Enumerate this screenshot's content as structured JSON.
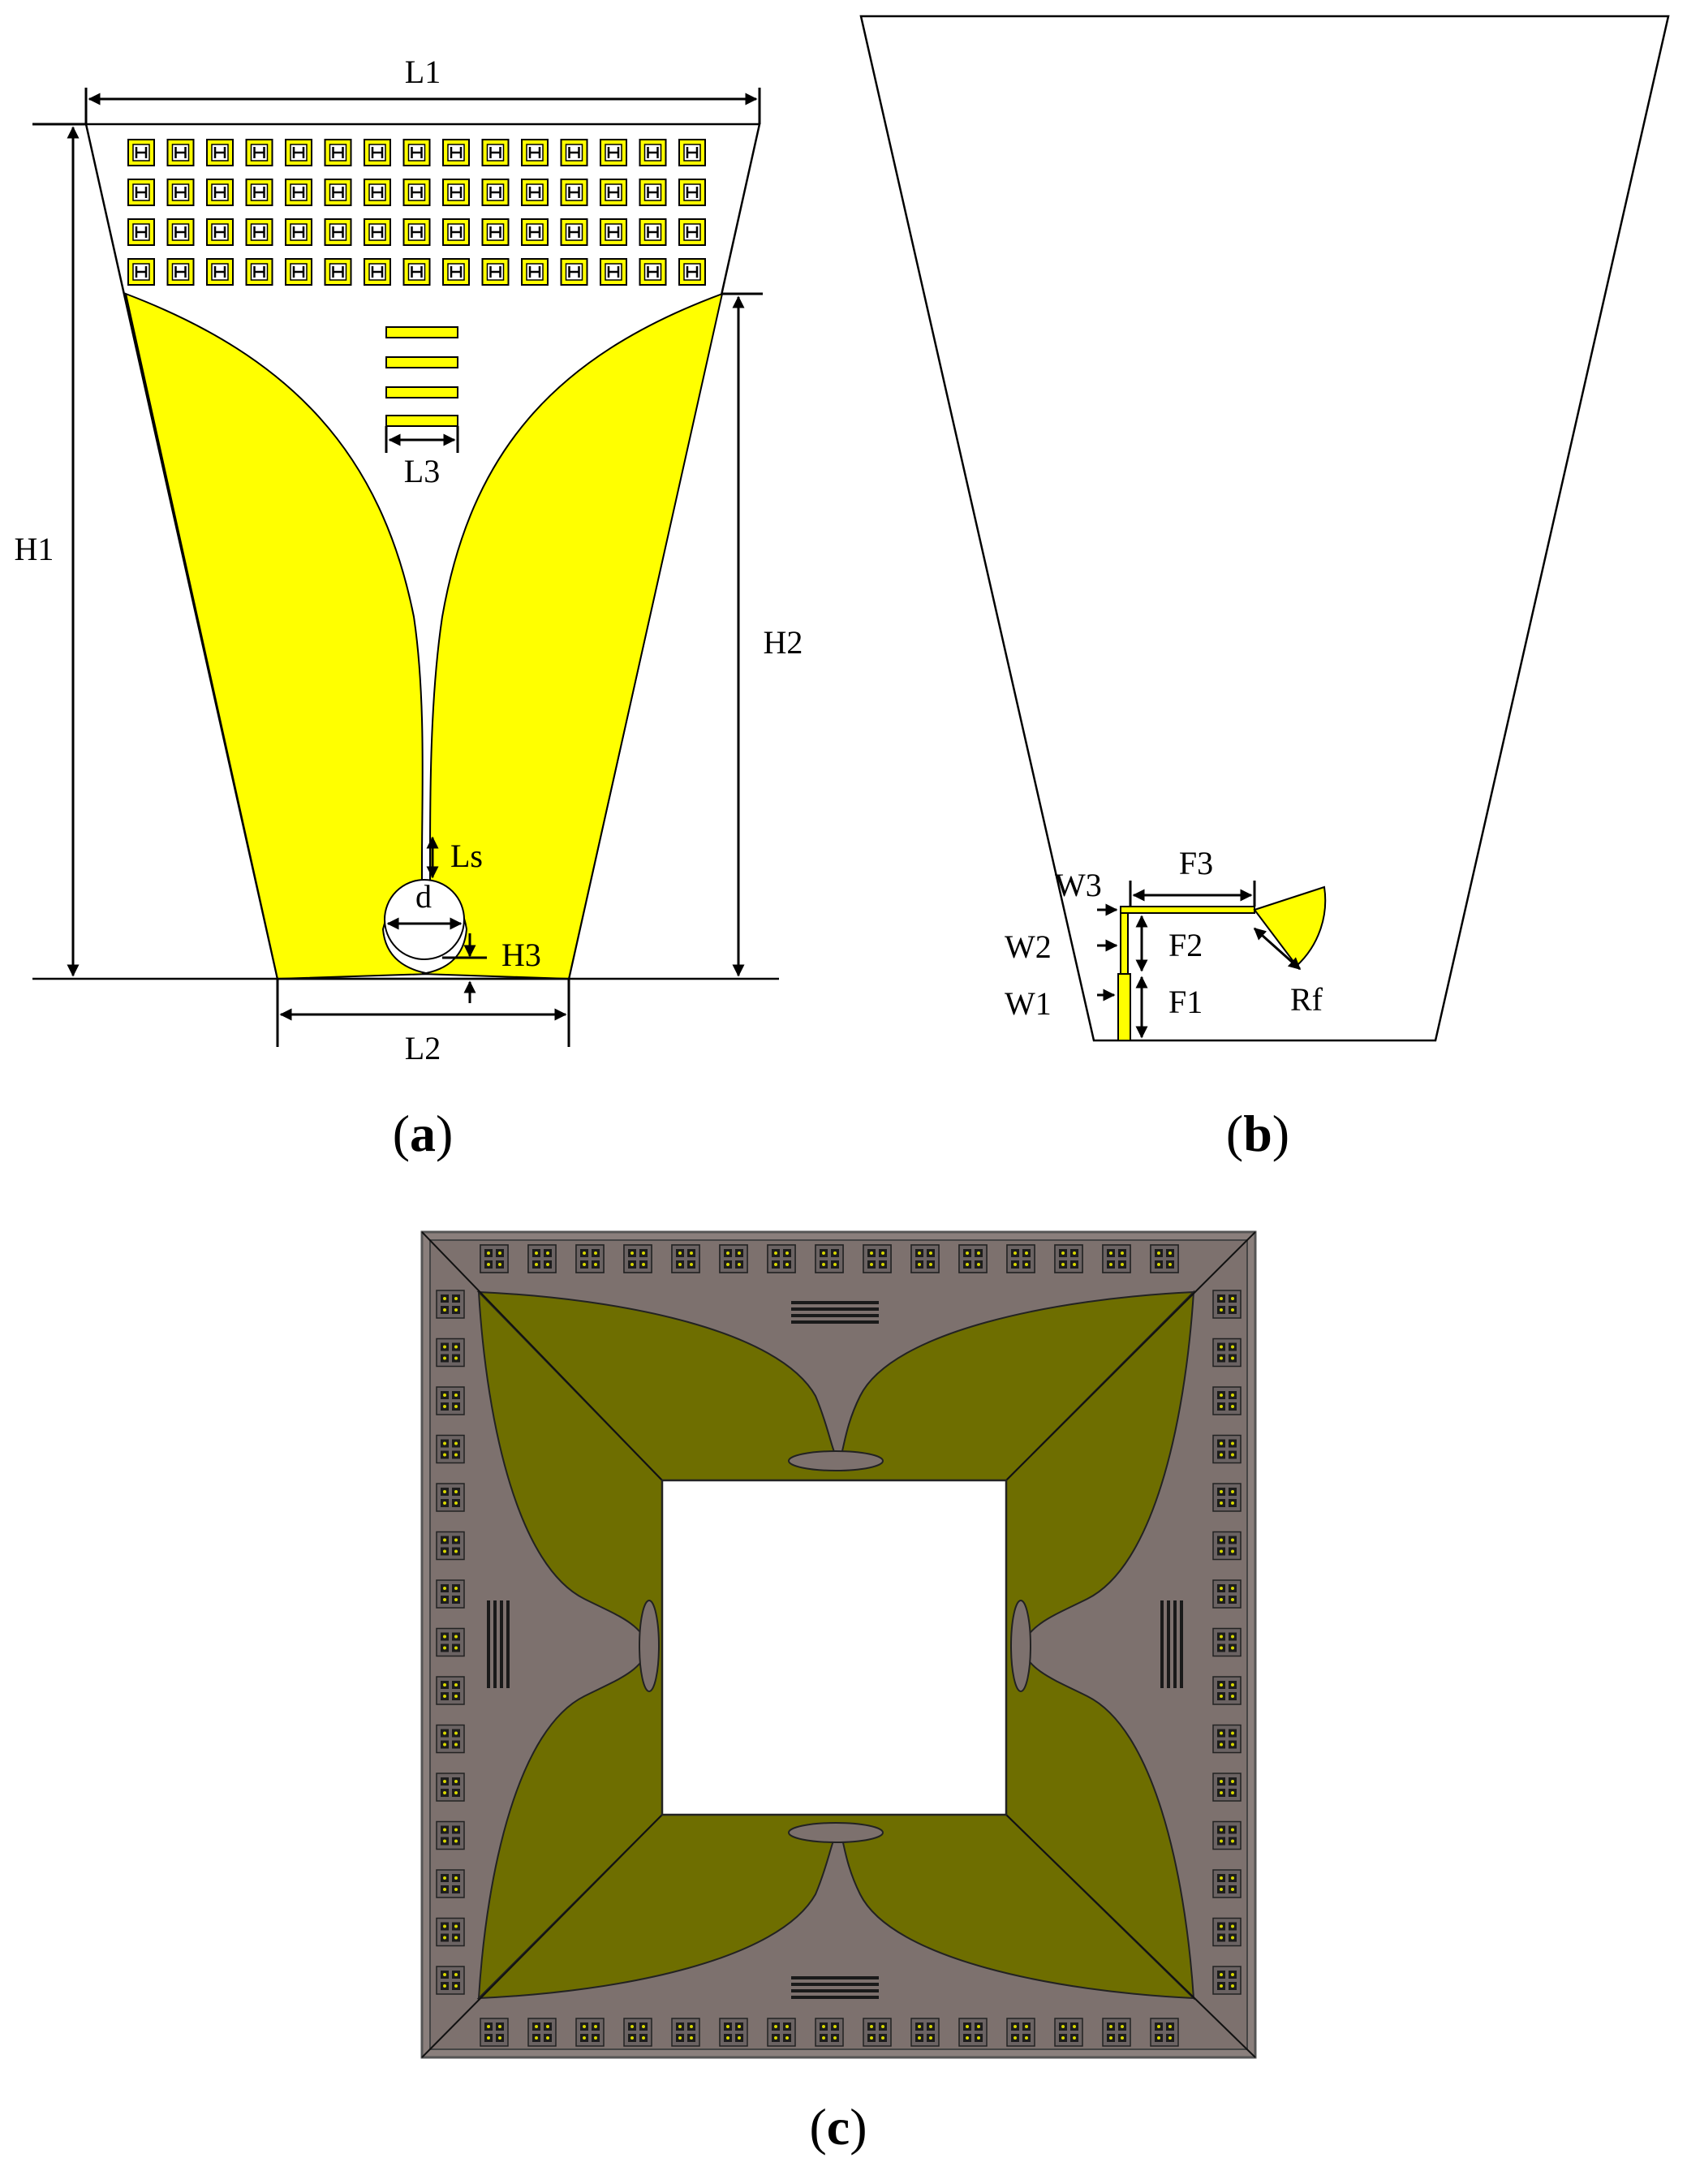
{
  "colors": {
    "copper": "#ffff00",
    "copper_dark": "#6e6e00",
    "substrate_dark": "#7d716e",
    "outline": "#000000"
  },
  "panel_a": {
    "caption_open": "(",
    "caption_letter": "a",
    "caption_close": ")",
    "dims": {
      "L1": "L1",
      "L2": "L2",
      "L3": "L3",
      "H1": "H1",
      "H2": "H2",
      "H3": "H3",
      "Ls": "Ls",
      "d": "d"
    },
    "unit_cell_glyph": "H",
    "unit_cell_rows": 4,
    "unit_cell_cols": 15,
    "strip_count": 4
  },
  "panel_b": {
    "caption_open": "(",
    "caption_letter": "b",
    "caption_close": ")",
    "dims": {
      "F1": "F1",
      "F2": "F2",
      "F3": "F3",
      "W1": "W1",
      "W2": "W2",
      "W3": "W3",
      "Rf": "Rf"
    }
  },
  "panel_c": {
    "caption_open": "(",
    "caption_letter": "c",
    "caption_close": ")"
  }
}
